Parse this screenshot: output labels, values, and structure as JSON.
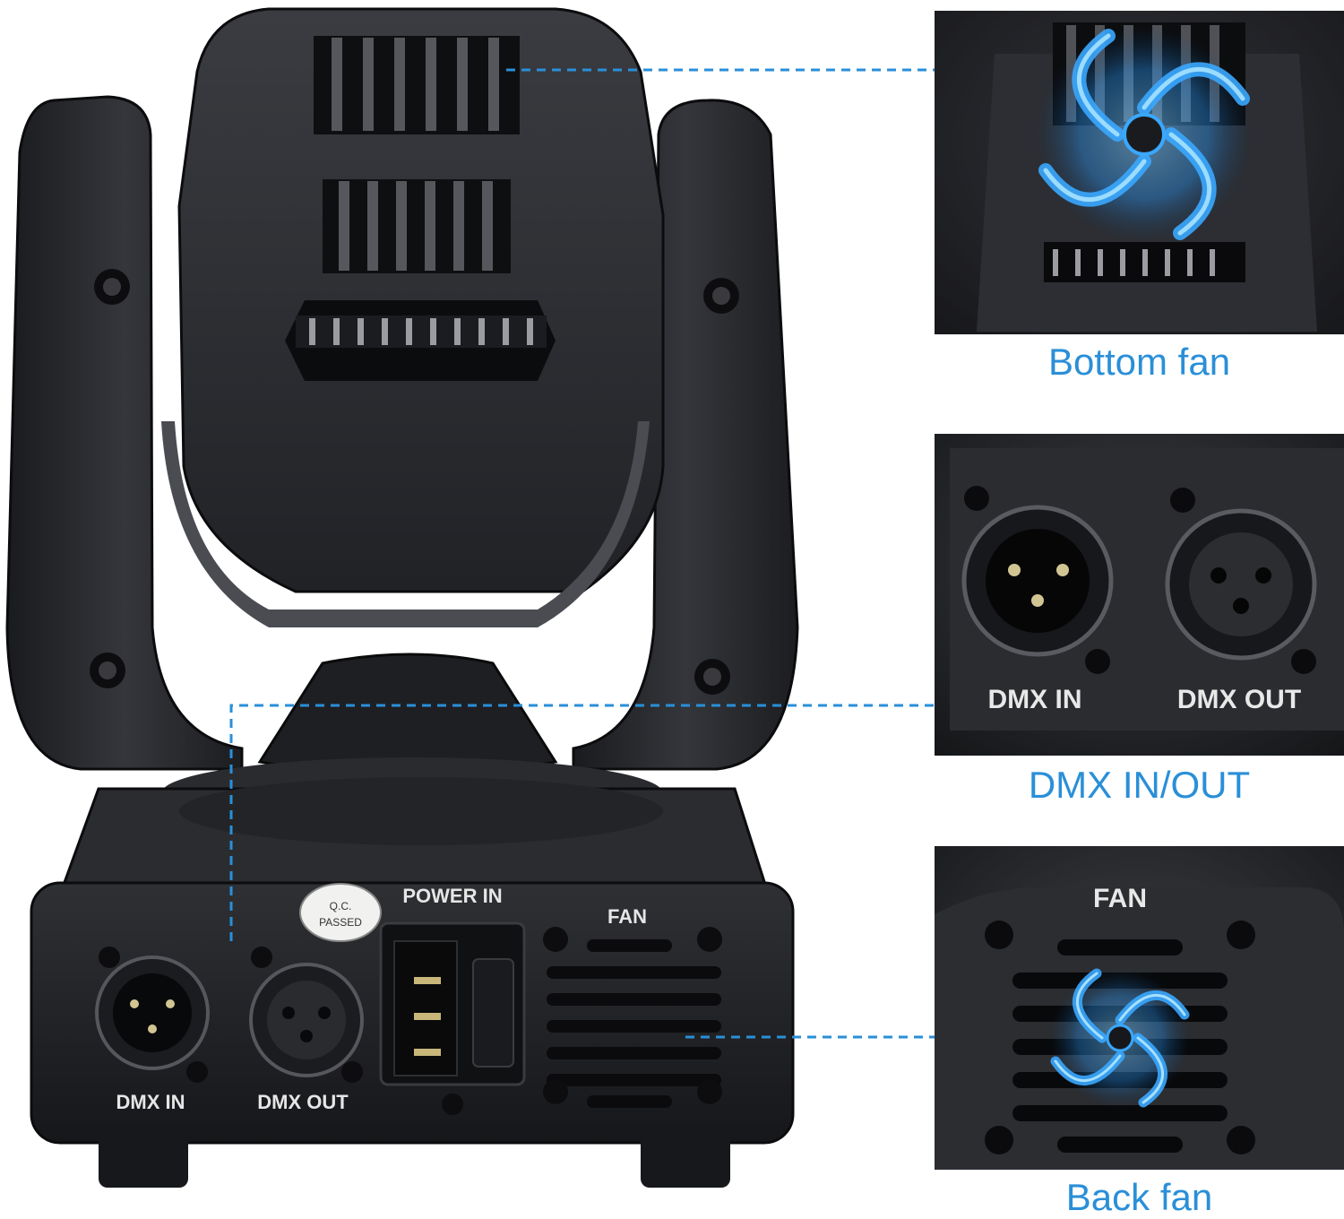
{
  "product": {
    "back_panel": {
      "qc_sticker_line1": "Q.C.",
      "qc_sticker_line2": "PASSED",
      "power_label": "POWER IN",
      "fan_label": "FAN",
      "dmx_in_label": "DMX IN",
      "dmx_out_label": "DMX OUT"
    }
  },
  "callouts": [
    {
      "label": "Bottom fan"
    },
    {
      "label": "DMX IN/OUT",
      "dmx_in": "DMX IN",
      "dmx_out": "DMX OUT"
    },
    {
      "label": "Back fan",
      "fan": "FAN"
    }
  ],
  "colors": {
    "accent": "#2a8fd8",
    "fan_glow": "#3aa8ff",
    "device_body": "#2a2c30",
    "device_dark": "#141518"
  },
  "icons": [
    "fan-swirl-icon",
    "xlr-male-icon",
    "xlr-female-icon",
    "iec-power-socket-icon"
  ]
}
